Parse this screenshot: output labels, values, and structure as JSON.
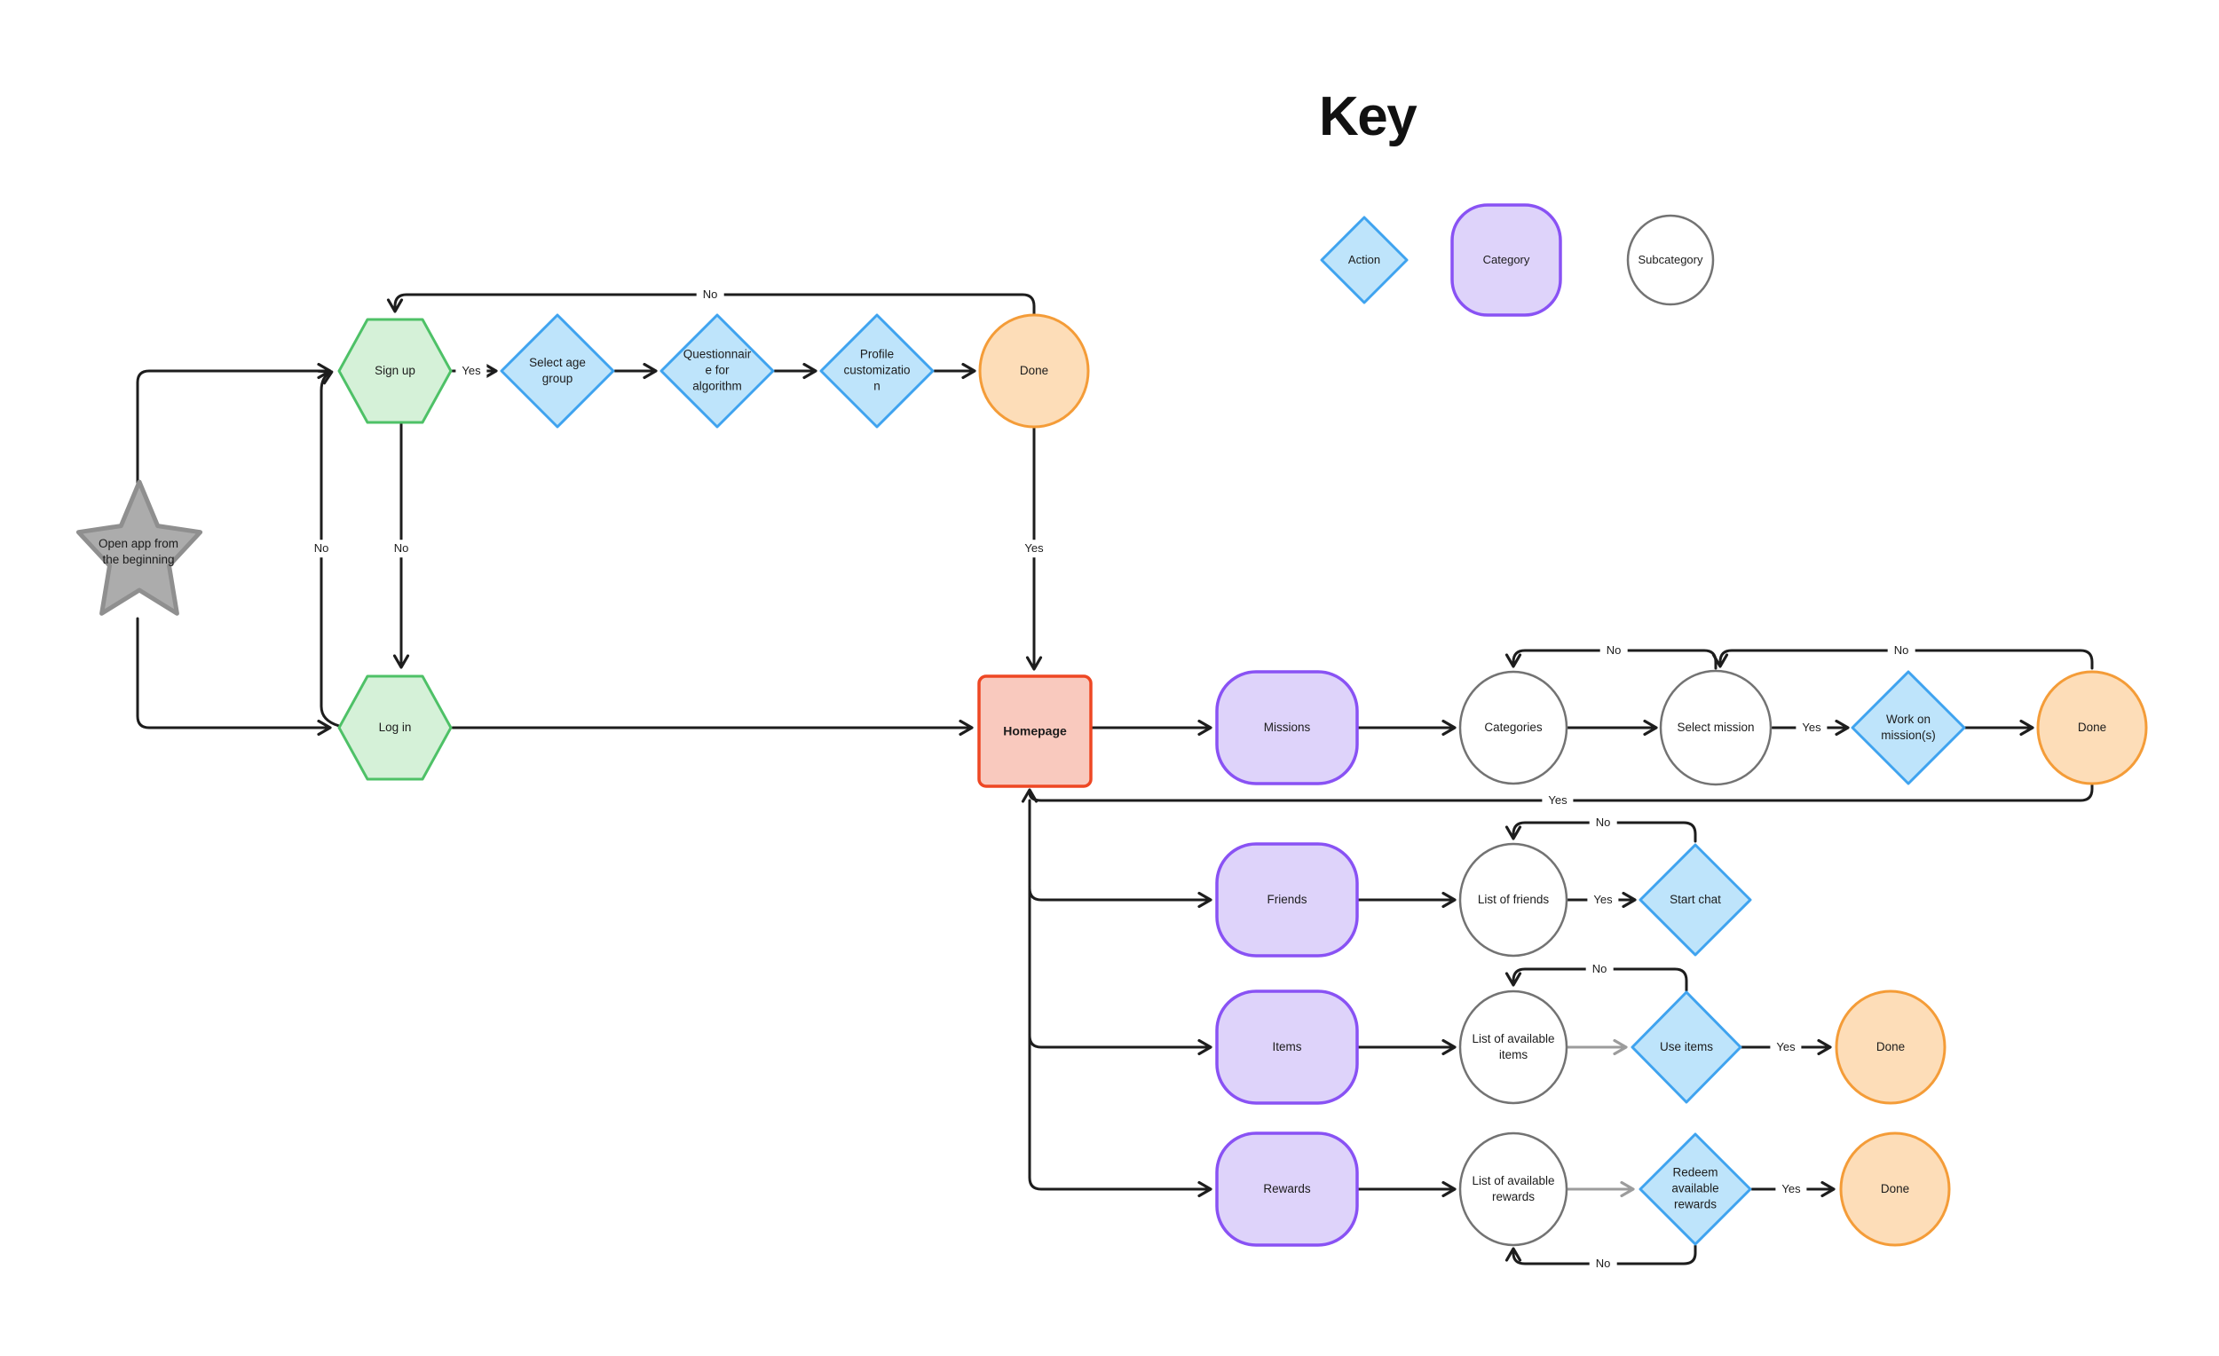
{
  "key": {
    "title": "Key",
    "items": [
      {
        "label": "Action",
        "shape": "diamond",
        "fill": "#bee4fb",
        "border": "#3fa3ef"
      },
      {
        "label": "Category",
        "shape": "rounded-square",
        "fill": "#ded3fa",
        "border": "#8952f4"
      },
      {
        "label": "Subcategory",
        "shape": "circle",
        "fill": "#ffffff",
        "border": "#737373"
      }
    ]
  },
  "nodes": {
    "open_app": {
      "label": "Open app from the beginning",
      "shape": "star",
      "fill": "#acacac",
      "border": "#8f8f8f"
    },
    "sign_up": {
      "label": "Sign up",
      "shape": "hexagon",
      "fill": "#d5f1d8",
      "border": "#4ec167"
    },
    "log_in": {
      "label": "Log in",
      "shape": "hexagon",
      "fill": "#d5f1d8",
      "border": "#4ec167"
    },
    "select_age_group": {
      "label": "Select age group",
      "shape": "diamond",
      "fill": "#bee4fb",
      "border": "#3fa3ef"
    },
    "questionnaire": {
      "label": "Questionnaire for algorithm",
      "shape": "diamond",
      "fill": "#bee4fb",
      "border": "#3fa3ef"
    },
    "profile_customization": {
      "label": "Profile customization",
      "shape": "diamond",
      "fill": "#bee4fb",
      "border": "#3fa3ef"
    },
    "done_signup": {
      "label": "Done",
      "shape": "circle",
      "fill": "#fdddb8",
      "border": "#f49c38"
    },
    "homepage": {
      "label": "Homepage",
      "shape": "rect",
      "fill": "#f9c9be",
      "border": "#ee4723"
    },
    "missions": {
      "label": "Missions",
      "shape": "rounded",
      "fill": "#ded3fa",
      "border": "#8952f4"
    },
    "categories": {
      "label": "Categories",
      "shape": "circle",
      "fill": "#ffffff",
      "border": "#737373"
    },
    "select_mission": {
      "label": "Select mission",
      "shape": "circle",
      "fill": "#ffffff",
      "border": "#737373"
    },
    "work_on_missions": {
      "label": "Work on mission(s)",
      "shape": "diamond",
      "fill": "#bee4fb",
      "border": "#3fa3ef"
    },
    "done_missions": {
      "label": "Done",
      "shape": "circle",
      "fill": "#fdddb8",
      "border": "#f49c38"
    },
    "friends": {
      "label": "Friends",
      "shape": "rounded",
      "fill": "#ded3fa",
      "border": "#8952f4"
    },
    "list_of_friends": {
      "label": "List of friends",
      "shape": "circle",
      "fill": "#ffffff",
      "border": "#737373"
    },
    "start_chat": {
      "label": "Start chat",
      "shape": "diamond",
      "fill": "#bee4fb",
      "border": "#3fa3ef"
    },
    "items": {
      "label": "Items",
      "shape": "rounded",
      "fill": "#ded3fa",
      "border": "#8952f4"
    },
    "list_of_available_items": {
      "label": "List of available items",
      "shape": "circle",
      "fill": "#ffffff",
      "border": "#737373"
    },
    "use_items": {
      "label": "Use items",
      "shape": "diamond",
      "fill": "#bee4fb",
      "border": "#3fa3ef"
    },
    "done_items": {
      "label": "Done",
      "shape": "circle",
      "fill": "#fdddb8",
      "border": "#f49c38"
    },
    "rewards": {
      "label": "Rewards",
      "shape": "rounded",
      "fill": "#ded3fa",
      "border": "#8952f4"
    },
    "list_of_available_rewards": {
      "label": "List of available rewards",
      "shape": "circle",
      "fill": "#ffffff",
      "border": "#737373"
    },
    "redeem_available_rewards": {
      "label": "Redeem available rewards",
      "shape": "diamond",
      "fill": "#bee4fb",
      "border": "#3fa3ef"
    },
    "done_rewards": {
      "label": "Done",
      "shape": "circle",
      "fill": "#fdddb8",
      "border": "#f49c38"
    }
  },
  "edges": {
    "signup_to_selectage": {
      "label": "Yes"
    },
    "login_to_signup": {
      "label": "No"
    },
    "signup_to_login": {
      "label": "No"
    },
    "donesignup_to_signup": {
      "label": "No"
    },
    "donesignup_to_homepage": {
      "label": "Yes"
    },
    "selectmission_to_categories": {
      "label": "No"
    },
    "donemissions_to_selectmission": {
      "label": "No"
    },
    "selectmission_to_workon": {
      "label": "Yes"
    },
    "donemissions_to_homepage": {
      "label": "Yes"
    },
    "listfriends_to_startchat": {
      "label": "Yes"
    },
    "startchat_to_listfriends": {
      "label": "No"
    },
    "useitems_to_doneitems": {
      "label": "Yes"
    },
    "useitems_to_listitems": {
      "label": "No"
    },
    "redeem_to_donerewards": {
      "label": "Yes"
    },
    "redeem_to_listrewards": {
      "label": "No"
    }
  },
  "colors": {
    "edge_line": "#1d1d1d",
    "edge_line_muted": "#9c9c9c",
    "action_blue_fill": "#bee4fb",
    "action_blue_border": "#3fa3ef",
    "category_purple_fill": "#ded3fa",
    "category_purple_border": "#8952f4",
    "subcategory_gray_border": "#737373",
    "entry_green_fill": "#d5f1d8",
    "entry_green_border": "#4ec167",
    "done_orange_fill": "#fdddb8",
    "done_orange_border": "#f49c38",
    "homepage_red_fill": "#f9c9be",
    "homepage_red_border": "#ee4723",
    "star_gray_fill": "#acacac",
    "star_gray_border": "#8f8f8f"
  }
}
